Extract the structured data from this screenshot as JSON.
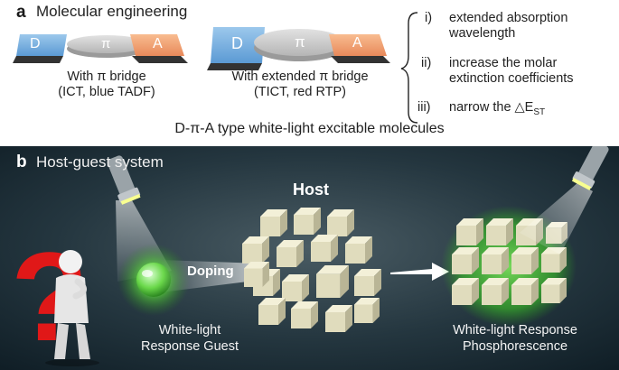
{
  "panel_a": {
    "label": "a",
    "title": "Molecular engineering",
    "short_bridge": {
      "donor": "D",
      "bridge": "π",
      "acceptor": "A",
      "caption_line1": "With π bridge",
      "caption_line2": "(ICT, blue TADF)"
    },
    "extended_bridge": {
      "donor": "D",
      "bridge": "π",
      "acceptor": "A",
      "caption_line1": "With extended π bridge",
      "caption_line2": "(TICT, red RTP)"
    },
    "effects": [
      {
        "num": "i)",
        "line1": "extended absorption",
        "line2": "wavelength"
      },
      {
        "num": "ii)",
        "line1": "increase the molar",
        "line2": "extinction coefficients"
      },
      {
        "num": "iii)",
        "line1": "narrow the △E",
        "subscript": "ST"
      }
    ],
    "summary": "D-π-A type white-light excitable molecules"
  },
  "panel_b": {
    "label": "b",
    "title": "Host-guest system",
    "host_label": "Host",
    "doping_label": "Doping",
    "guest_caption_line1": "White-light",
    "guest_caption_line2": "Response Guest",
    "result_caption_line1": "White-light Response",
    "result_caption_line2": "Phosphorescence"
  },
  "colors": {
    "donor": "#6fa8dc",
    "bridge": "#c8c8c8",
    "acceptor": "#f2a070",
    "panel_a_bg": "#ffffff",
    "panel_b_bg": "#1c2f3a",
    "glow": "#66ff44",
    "question_mark": "#e01818",
    "cube": "#e8e5c8"
  }
}
